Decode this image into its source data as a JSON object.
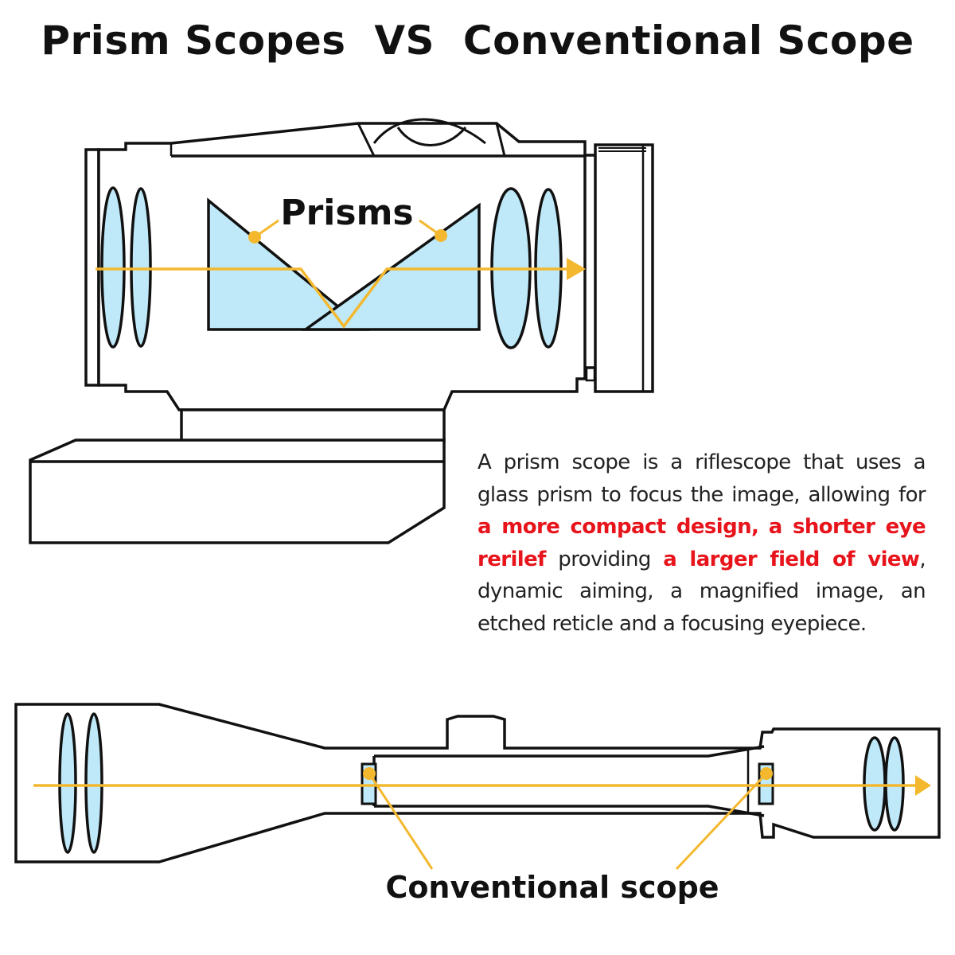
{
  "title": "Prism Scopes  VS  Conventional Scope",
  "labels": {
    "prisms": "Prisms",
    "conventional": "Conventional scope"
  },
  "description": {
    "p1": "A prism scope is a riflescope that uses a glass prism to focus the image, allowing for ",
    "h1": "a more compact design,",
    "p2": "  ",
    "h2": "a shorter eye rerilef",
    "p3": " providing ",
    "h3": "a larger field of view",
    "p4": ", dynamic aiming, a magnified image, an etched reticle and a focusing eyepiece."
  },
  "colors": {
    "outline": "#111111",
    "glass": "#bfe9f8",
    "light_path": "#f4b82f",
    "highlight": "#e8141b"
  }
}
